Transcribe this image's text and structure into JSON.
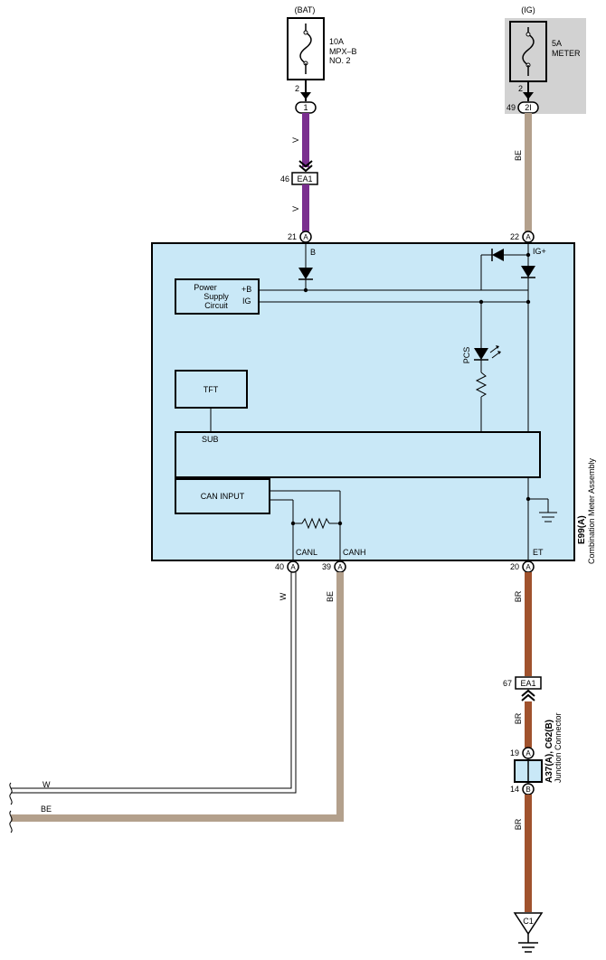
{
  "colors": {
    "box_fill": "#c9e8f7",
    "ig_fuse_bg": "#d2d2d2",
    "wire_violet": "#7a2f8f",
    "wire_beige": "#b3a08c",
    "wire_brown": "#a0522d",
    "line": "#000000"
  },
  "fuses": {
    "bat": {
      "source": "(BAT)",
      "rating": "10A",
      "name_line1": "MPX–B",
      "name_line2": "NO. 2",
      "pin": "2"
    },
    "ig": {
      "source": "(IG)",
      "rating": "5A",
      "name_line1": "METER",
      "pin": "2"
    }
  },
  "connectors": {
    "bat_in": {
      "pin": "1"
    },
    "ig_in": {
      "pin_num": "49",
      "pin": "2I"
    },
    "ea1_top": {
      "pin_num": "46",
      "label": "EA1"
    },
    "ea1_bottom": {
      "pin_num": "67",
      "label": "EA1"
    },
    "meter_b": {
      "pin_num": "21",
      "pin": "A"
    },
    "meter_ig": {
      "pin_num": "22",
      "pin": "A"
    },
    "meter_canl": {
      "pin_num": "40",
      "pin": "A"
    },
    "meter_canh": {
      "pin_num": "39",
      "pin": "A"
    },
    "meter_et": {
      "pin_num": "20",
      "pin": "A"
    },
    "jc_a": {
      "pin_num": "19",
      "pin": "A"
    },
    "jc_b": {
      "pin_num": "14",
      "pin": "B"
    },
    "ground": {
      "label": "C1"
    }
  },
  "wires": {
    "v1": "V",
    "v2": "V",
    "be_ig": "BE",
    "w_canl": "W",
    "be_canh": "BE",
    "br1": "BR",
    "br2": "BR",
    "br3": "BR",
    "w_left": "W",
    "be_left": "BE"
  },
  "meter": {
    "pin_b": "B",
    "pin_ig": "IG+",
    "power_supply_line1": "Power",
    "power_supply_line2": "Supply",
    "power_supply_line3": "Circuit",
    "plus_b": "+B",
    "ig": "IG",
    "pcs": "PCS",
    "tft": "TFT",
    "sub": "SUB",
    "can_input": "CAN INPUT",
    "canl": "CANL",
    "canh": "CANH",
    "et": "ET",
    "code": "E99(A)",
    "name": "Combination Meter Assembly"
  },
  "junction": {
    "code": "A37(A), C62(B)",
    "name": "Junction Connector"
  }
}
